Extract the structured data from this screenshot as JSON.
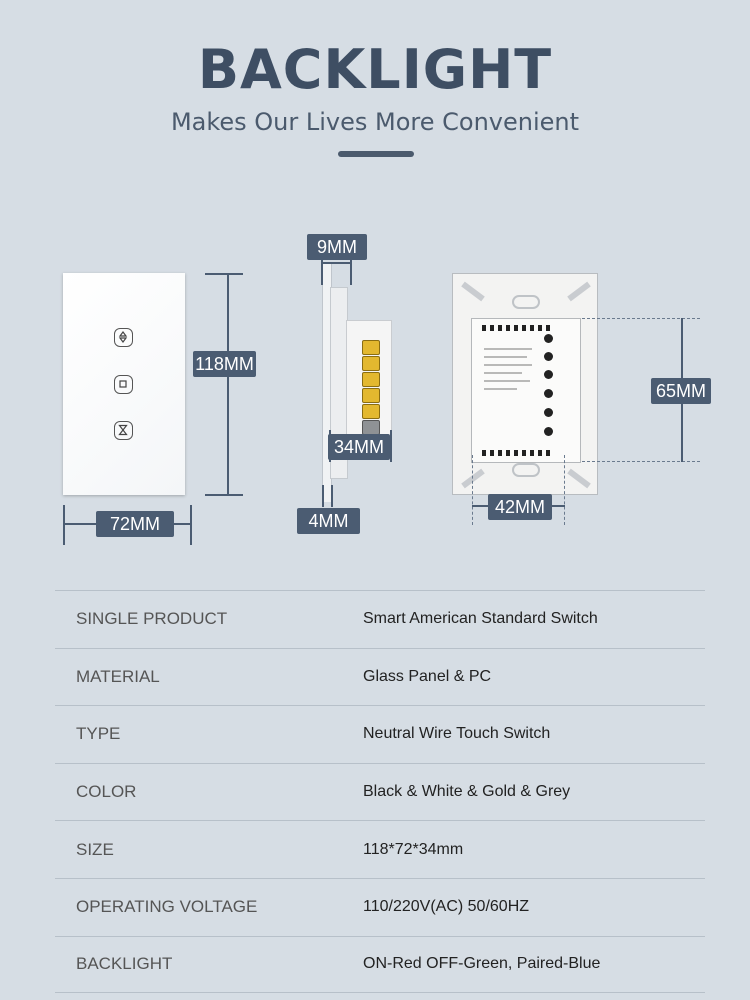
{
  "header": {
    "title": "BACKLIGHT",
    "subtitle": "Makes Our Lives More Convenient"
  },
  "dimensions": {
    "height": "118MM",
    "width": "72MM",
    "panel_thickness": "9MM",
    "depth": "34MM",
    "glass": "4MM",
    "module_height": "65MM",
    "module_width": "42MM"
  },
  "icons": {
    "button_top": "up-down-arrows-icon",
    "button_middle": "square-stop-icon",
    "button_bottom": "hourglass-icon"
  },
  "specs": [
    {
      "key": "SINGLE PRODUCT",
      "value": "Smart American Standard Switch"
    },
    {
      "key": "MATERIAL",
      "value": "Glass Panel & PC"
    },
    {
      "key": "TYPE",
      "value": "Neutral Wire Touch Switch"
    },
    {
      "key": "COLOR",
      "value": "Black & White & Gold & Grey"
    },
    {
      "key": "SIZE",
      "value": "118*72*34mm"
    },
    {
      "key": "OPERATING VOLTAGE",
      "value": "110/220V(AC) 50/60HZ"
    },
    {
      "key": "BACKLIGHT",
      "value": "ON-Red OFF-Green, Paired-Blue"
    }
  ],
  "colors": {
    "background": "#d6dde4",
    "accent": "#4b5c72",
    "title": "#3e4e63"
  }
}
